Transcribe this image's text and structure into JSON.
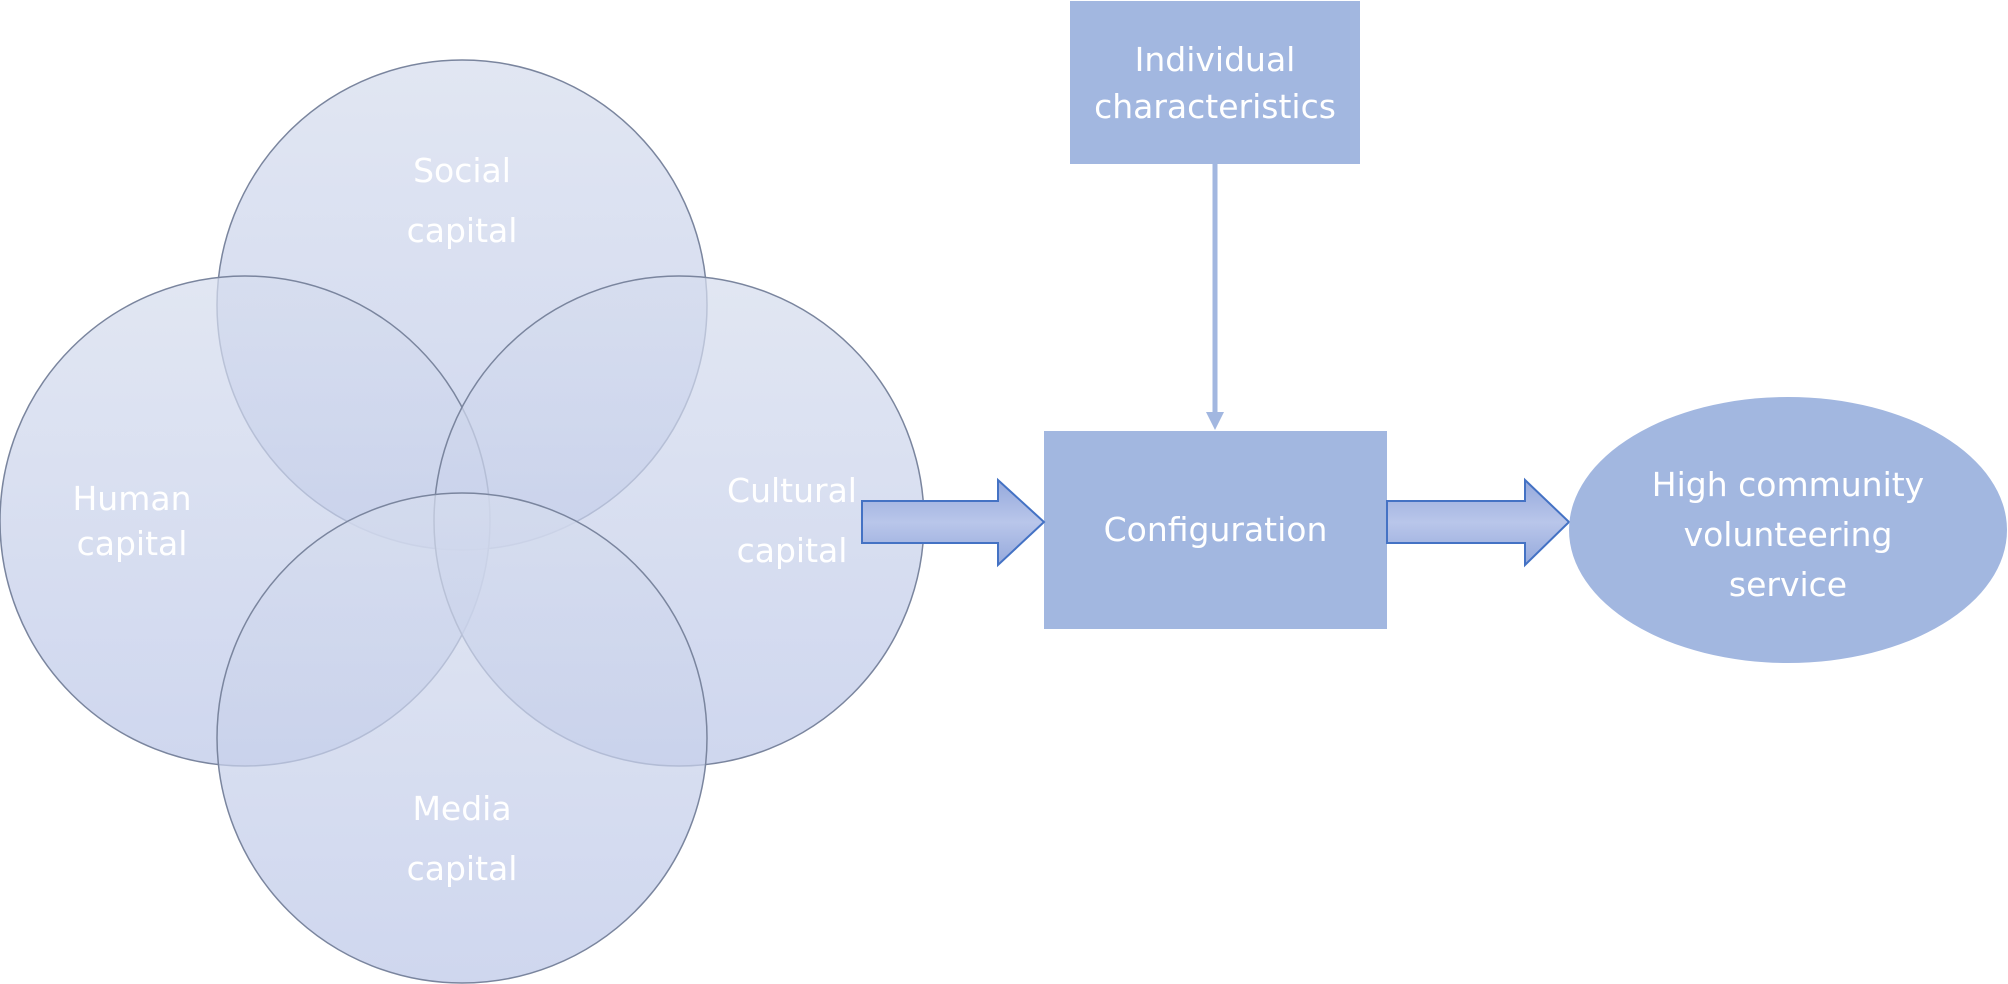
{
  "colors": {
    "circle_fill": "#b3c0e2",
    "circle_stroke": "#7a859e",
    "box_fill": "#a2b7e0",
    "arrow_fill": "#a2b3e0",
    "arrow_stroke": "#4472c4",
    "text": "#ffffff"
  },
  "capitals": {
    "social": {
      "line1": "Social",
      "line2": "capital"
    },
    "human": {
      "line1": "Human",
      "line2": "capital"
    },
    "cultural": {
      "line1": "Cultural",
      "line2": "capital"
    },
    "media": {
      "line1": "Media",
      "line2": "capital"
    }
  },
  "individual_characteristics": {
    "line1": "Individual",
    "line2": "characteristics"
  },
  "configuration": {
    "label": "Configuration"
  },
  "outcome": {
    "line1": "High community",
    "line2": "volunteering",
    "line3": "service"
  }
}
